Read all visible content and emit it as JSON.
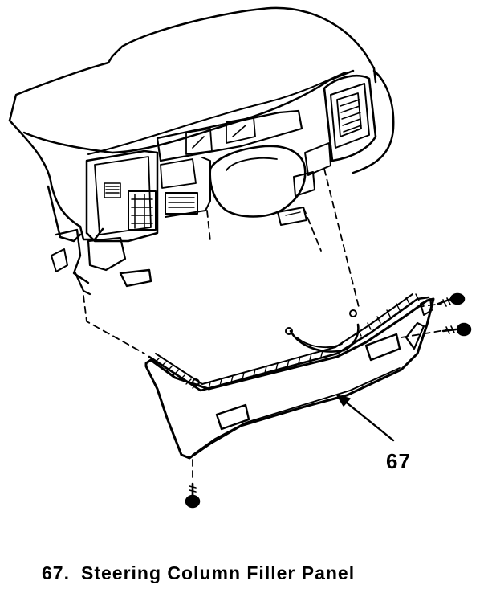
{
  "diagram": {
    "callout_number": "67",
    "caption": {
      "number": "67.",
      "text": "Steering Column Filler Panel"
    }
  }
}
